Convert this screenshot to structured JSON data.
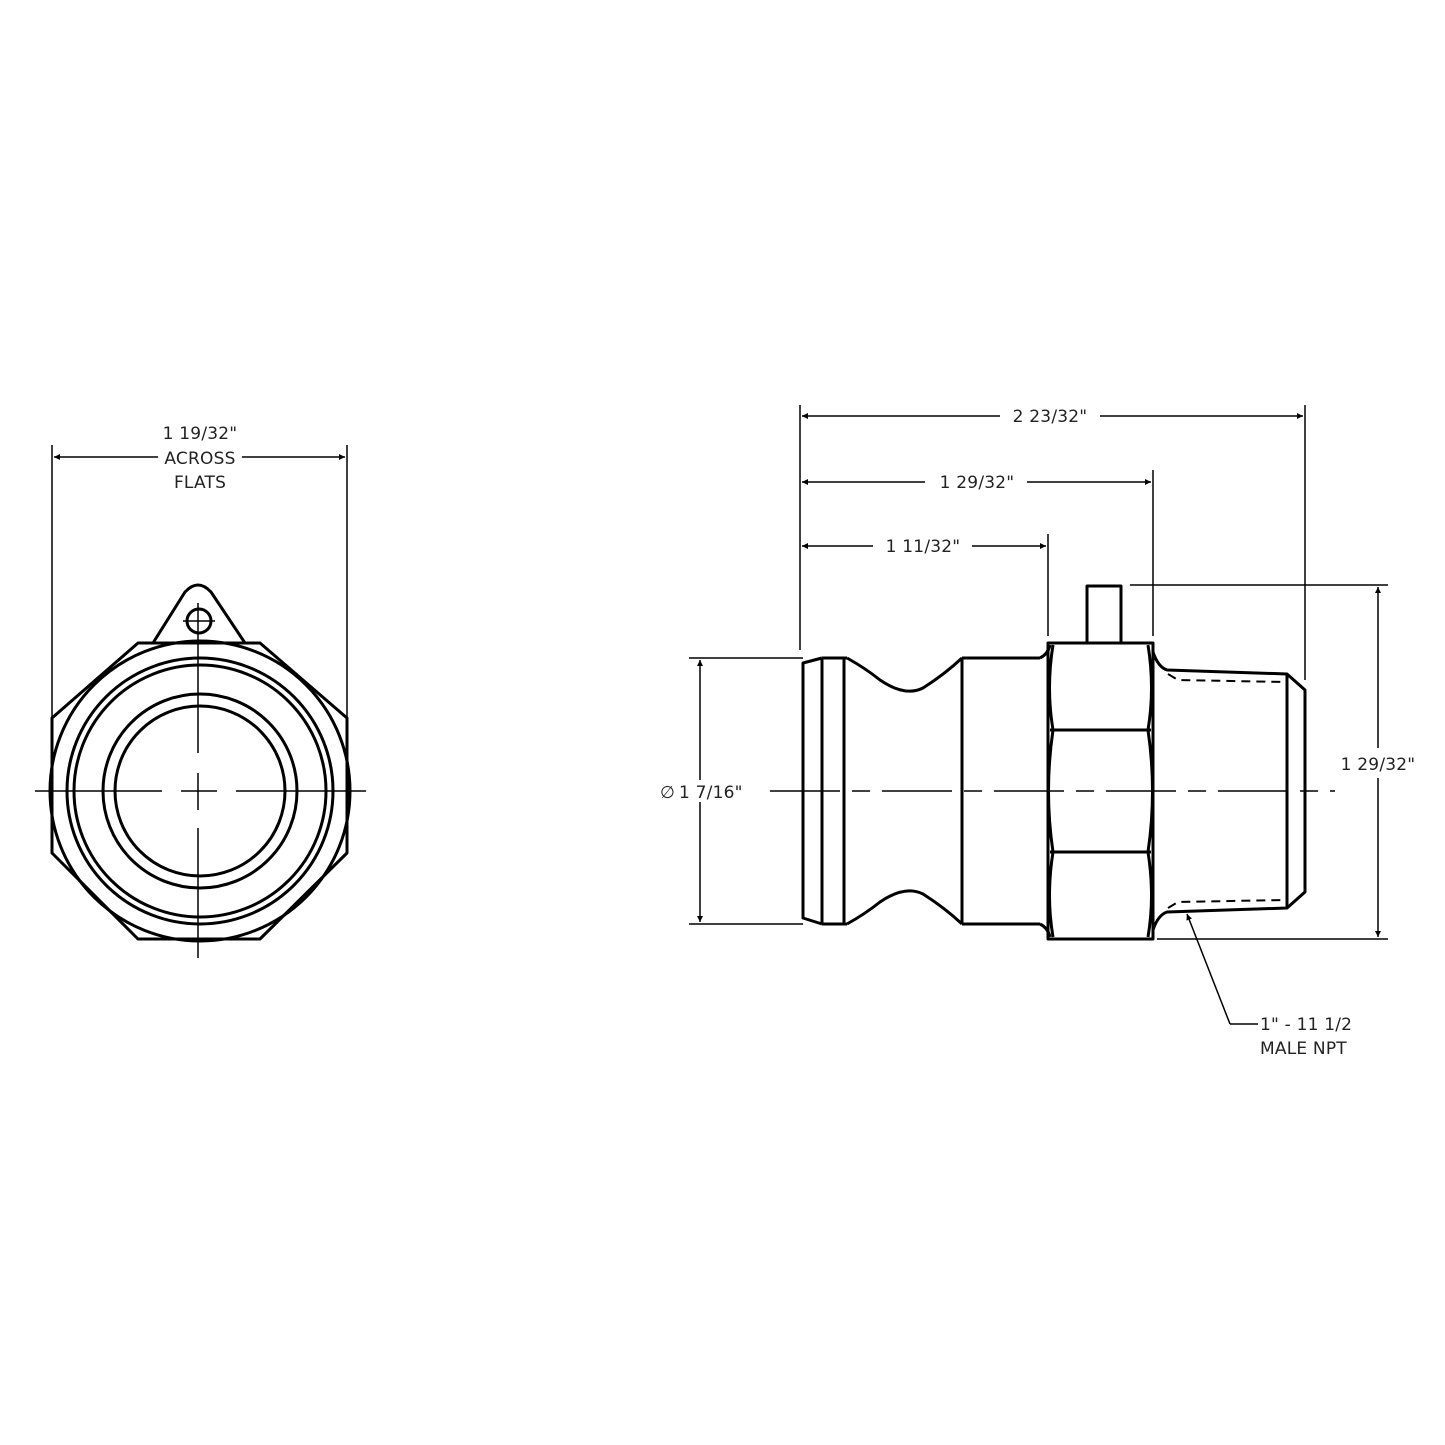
{
  "drawing": {
    "type": "technical-drawing",
    "subject": "Cam & groove adapter, male camlock x male NPT",
    "line_color": "#000000",
    "background": "#ffffff"
  },
  "front_view": {
    "dimension_across_flats": {
      "value": "1 19/32\"",
      "line2": "ACROSS",
      "line3": "FLATS"
    }
  },
  "side_view": {
    "overall_length": {
      "value": "2 23/32\""
    },
    "hex_end_length": {
      "value": "1 29/32\""
    },
    "body_length": {
      "value": "1 11/32\""
    },
    "cam_diameter": {
      "symbol": "∅",
      "value": "1 7/16\""
    },
    "hex_height": {
      "value": "1 29/32\""
    },
    "thread_callout": {
      "line1": "1\" - 11 1/2",
      "line2": "MALE NPT"
    }
  }
}
